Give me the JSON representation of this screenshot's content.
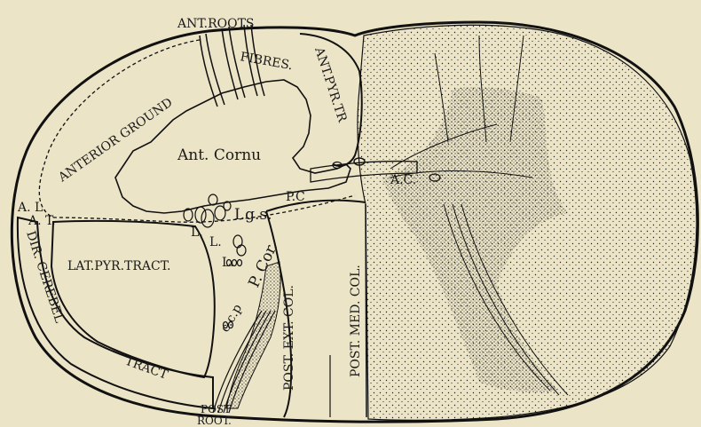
{
  "labels": {
    "ant_roots": "ANT.ROOTS",
    "fibres": "FIBRES.",
    "ant_pyr_tr": "ANT.PYR.TR",
    "anterior_ground": "ANTERIOR GROUND",
    "ant_cornu": "Ant. Cornu",
    "a_c": "A.C.",
    "p_c": "P.C",
    "a_l": "A. L.",
    "a_t": "A. T.",
    "i_g_s": "I.g.s.",
    "l1": "L.",
    "l2": "L.",
    "l3": "L.",
    "dir_cerebel": "DIR. CEREBEL",
    "lat_pyr_tract": "LAT.PYR.TRACT.",
    "p_cor": "P. Cor.",
    "c_c_p": "c.c.p",
    "post_ext_col": "POST. EXT. COL.",
    "post_med_col": "POST. MED. COL.",
    "tract": "TRACT",
    "post_root_1": "POST",
    "post_root_2": "ROOT."
  },
  "colors": {
    "background": "#ece4c7",
    "ink": "#1a1a1a"
  }
}
